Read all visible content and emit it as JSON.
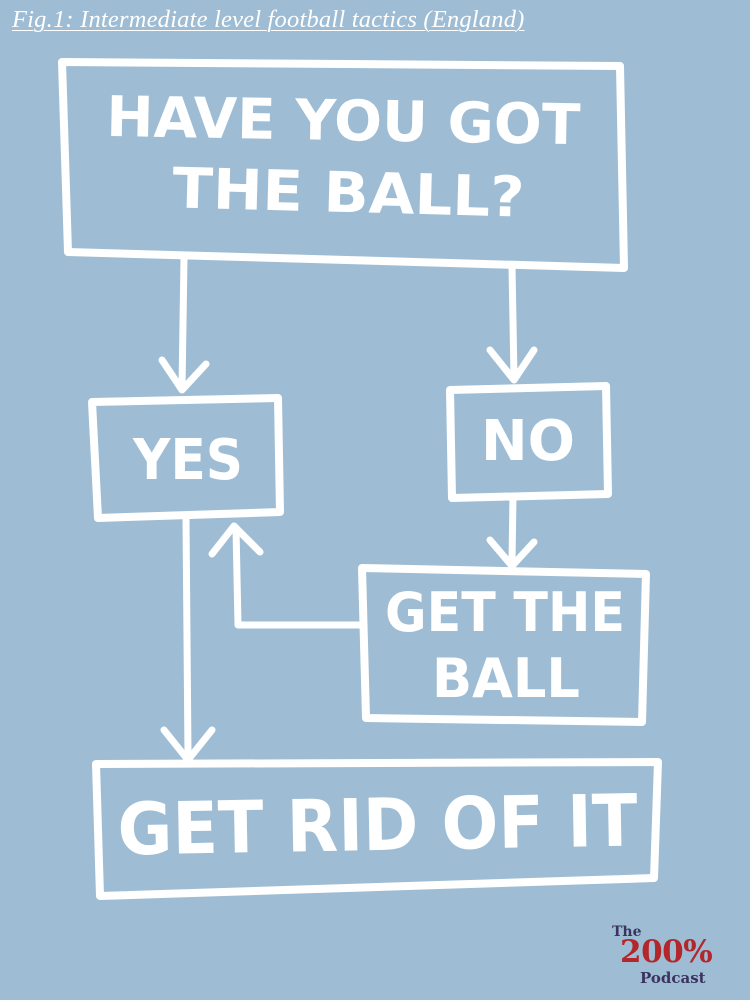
{
  "figure": {
    "caption": "Fig.1: Intermediate level football tactics (England)"
  },
  "flowchart": {
    "question": {
      "line1": "HAVE YOU GOT",
      "line2": "THE BALL?"
    },
    "yes_label": "YES",
    "no_label": "NO",
    "get_ball": {
      "line1": "GET THE",
      "line2": "BALL"
    },
    "get_rid": "GET RID OF IT"
  },
  "logo": {
    "the": "The",
    "number": "200%",
    "word": "Podcast"
  },
  "colors": {
    "background": "#9ebdd4",
    "ink": "#ffffff",
    "logo_red": "#b3262a",
    "logo_navy": "#3a3560"
  }
}
